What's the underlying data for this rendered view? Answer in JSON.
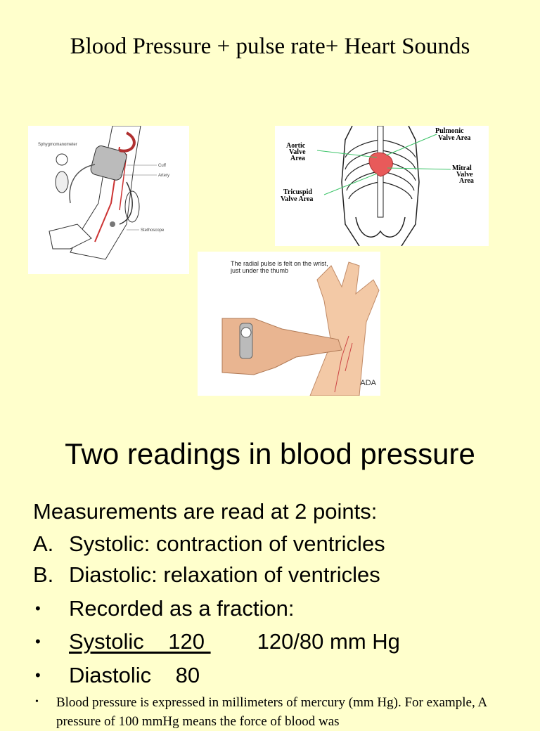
{
  "slide1": {
    "title": "Blood Pressure + pulse rate+ Heart Sounds",
    "bp_labels": {
      "sphyg": "Sphygmomanometer",
      "cuff": "Cuff",
      "artery": "Artery",
      "stethoscope": "Stethoscope"
    },
    "heart_labels": {
      "aortic_1": "Aortic",
      "aortic_2": "Valve",
      "aortic_3": "Area",
      "pulmonic_1": "Pulmonic",
      "pulmonic_2": "Valve Area",
      "mitral_1": "Mitral",
      "mitral_2": "Valve",
      "mitral_3": "Area",
      "tricuspid_1": "Tricuspid",
      "tricuspid_2": "Valve Area"
    },
    "pulse_caption": "The radial pulse is felt on the wrist, just under the thumb",
    "pulse_logo": "ADA"
  },
  "slide2": {
    "title": "Two readings in blood pressure",
    "intro": "Measurements are read at 2 points:",
    "points": [
      {
        "marker": "A.",
        "text": "Systolic:  contraction of ventricles"
      },
      {
        "marker": "B.",
        "text": "Diastolic: relaxation of ventricles"
      }
    ],
    "bullets": {
      "b1": "Recorded as a fraction:",
      "b2_systolic": "Systolic    120 ",
      "b2_fraction": "120/80 mm Hg",
      "b3": "Diastolic    80",
      "b4": "Blood pressure is expressed in millimeters of mercury (mm Hg).  For example, A pressure of 100 mmHg means the force of blood was"
    },
    "bullet_symbol": "•"
  },
  "colors": {
    "background": "#ffffcc",
    "heart": "#e85a5a",
    "line": "#3ec46a"
  }
}
